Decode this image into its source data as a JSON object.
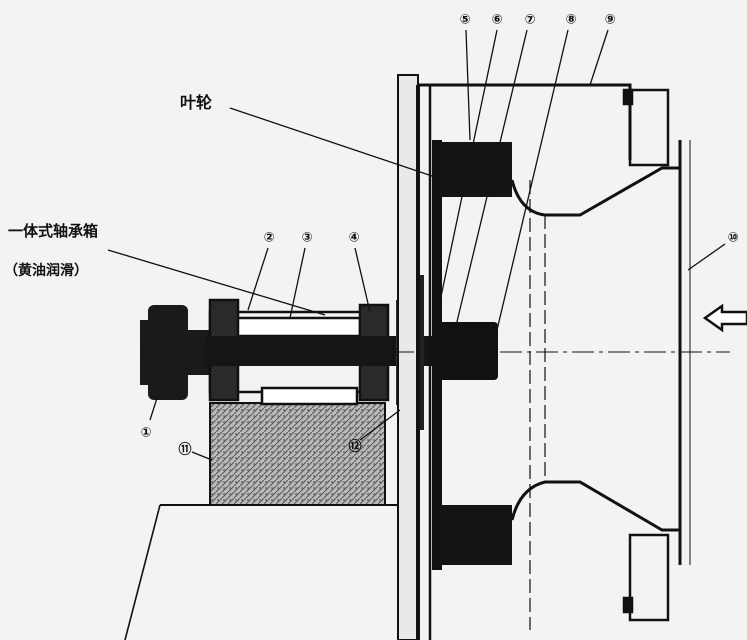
{
  "labels": {
    "impeller": "叶轮",
    "bearing_box_line1": "一体式轴承箱",
    "bearing_box_line2": "（黄油润滑）"
  },
  "callouts": {
    "c1": "①",
    "c2": "②",
    "c3": "③",
    "c4": "④",
    "c5": "⑤",
    "c6": "⑥",
    "c7": "⑦",
    "c8": "⑧",
    "c9": "⑨",
    "c10": "⑩",
    "c11": "⑪",
    "c12": "⑫"
  },
  "icons": {
    "flow_arrow": "inlet-flow-arrow-icon"
  },
  "colors": {
    "ink": "#111111",
    "paper": "#f3f3f1",
    "hatch": "#9a9a9a"
  }
}
